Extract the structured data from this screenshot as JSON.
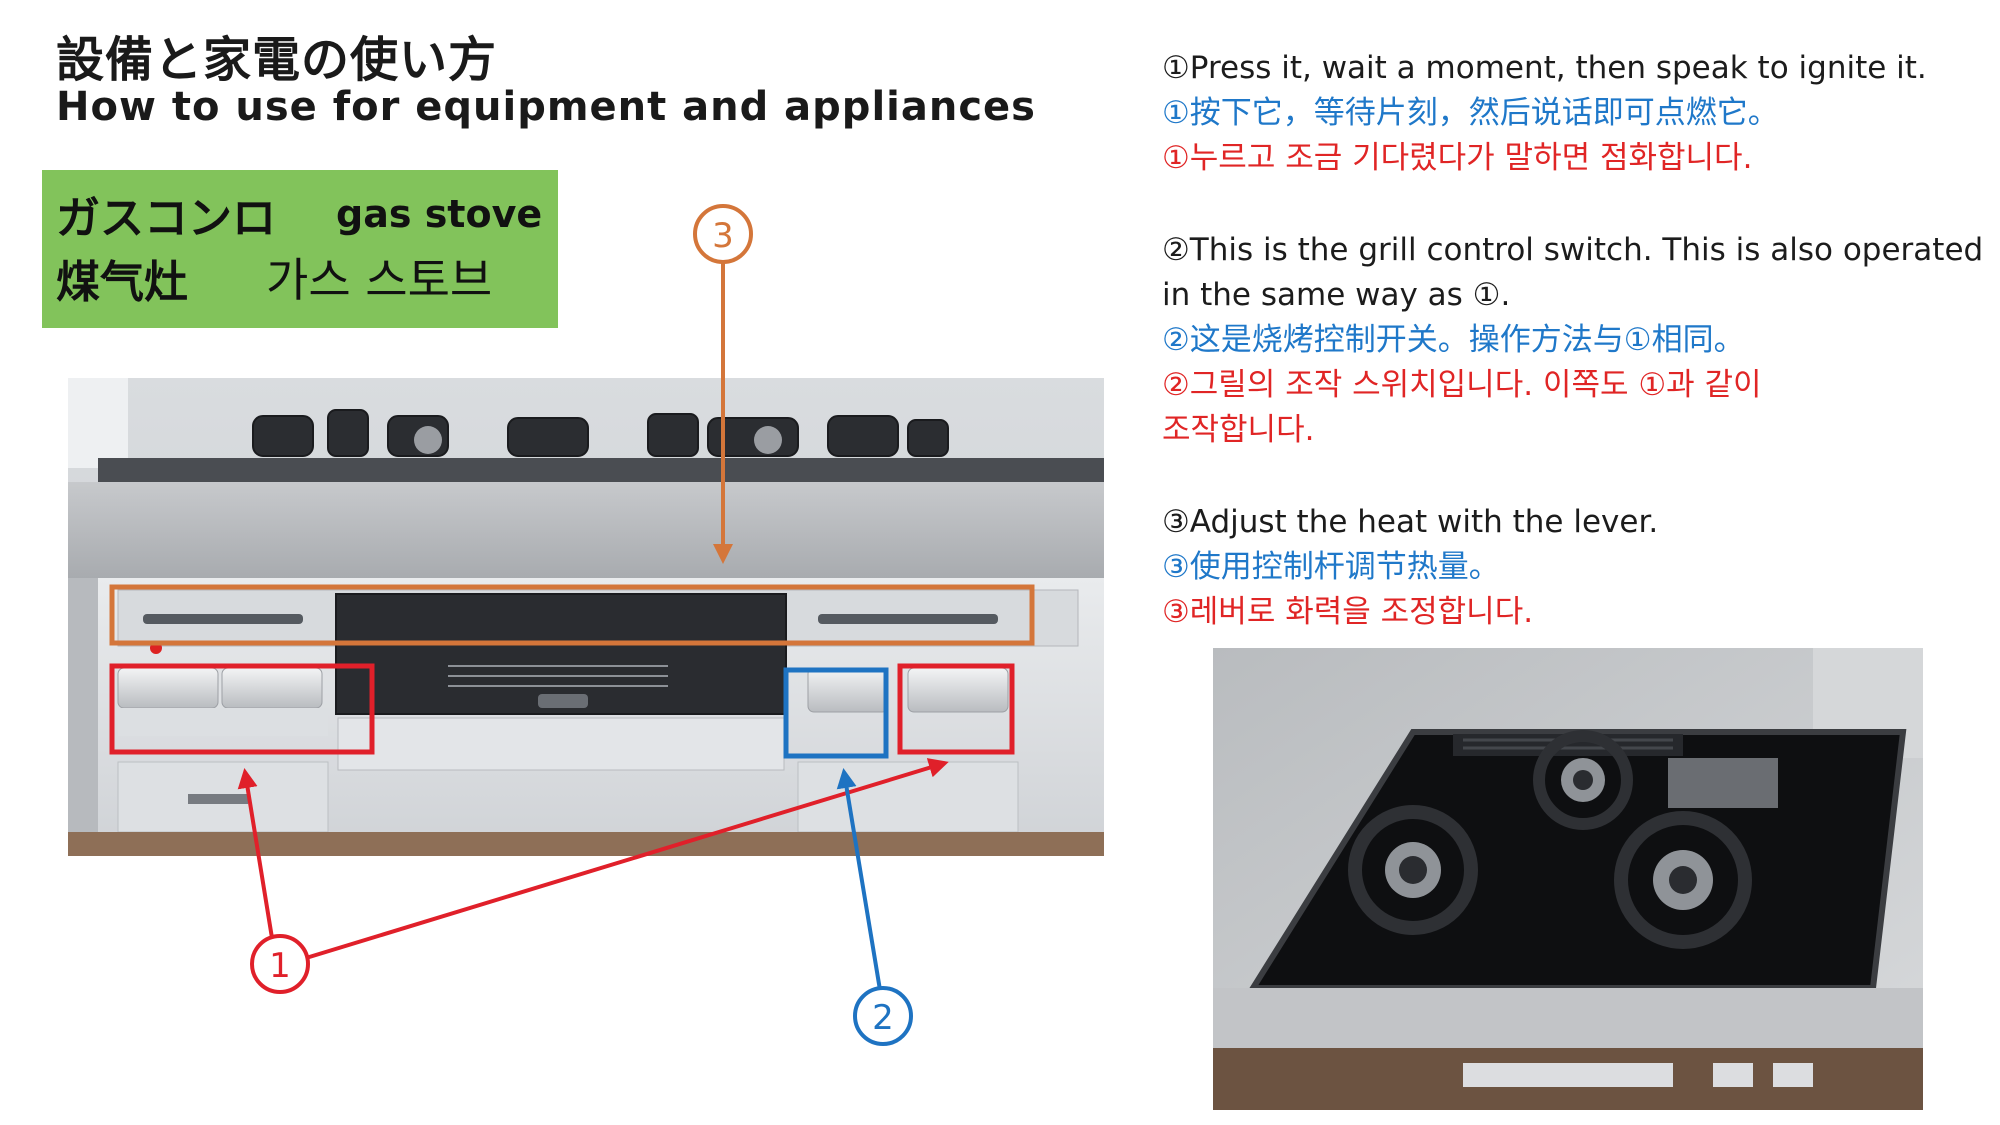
{
  "header": {
    "title_jp": "設備と家電の使い方",
    "title_en": "How to use for equipment and appliances"
  },
  "label": {
    "jp": "ガスコンロ",
    "en": "gas stove",
    "cn": "煤气灶",
    "kr": "가스 스토브"
  },
  "callouts": {
    "one": "1",
    "two": "2",
    "three": "3"
  },
  "instructions": {
    "step1": {
      "en": "①Press it, wait a moment, then speak to ignite it.",
      "cn": "①按下它，等待片刻，然后说话即可点燃它。",
      "kr": "①누르고 조금 기다렸다가 말하면 점화합니다."
    },
    "step2": {
      "en_line1": "②This is the grill control switch. This is also operated",
      "en_line2": "in the same way as ①.",
      "cn": "②这是烧烤控制开关。操作方法与①相同。",
      "kr_line1": "②그릴의 조작 스위치입니다. 이쪽도 ①과 같이",
      "kr_line2": "조작합니다."
    },
    "step3": {
      "en": "③Adjust the heat with the lever.",
      "cn": "③使用控制杆调节热量。",
      "kr": "③레버로 화력을 조정합니다."
    }
  },
  "colors": {
    "callout1": "#e0202a",
    "callout2": "#1e73c2",
    "callout3": "#d4763a",
    "label_bg": "#82c35b"
  },
  "images": {
    "main_photo": "gas stove front control panel photo",
    "side_photo": "three-burner gas cooktop photo"
  }
}
